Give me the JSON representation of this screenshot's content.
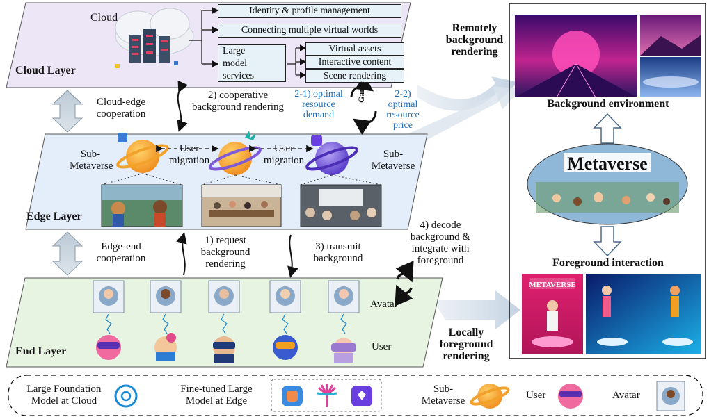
{
  "cloud": {
    "title": "Cloud",
    "layer": "Cloud Layer",
    "services": [
      "Identity & profile management",
      "Connecting multiple virtual worlds"
    ],
    "large_model_services": "Large model services",
    "sub_services": [
      "Virtual assets",
      "Interactive content",
      "Scene rendering"
    ]
  },
  "edge": {
    "layer": "Edge Layer",
    "sub_metaverse_left": "Sub- Metaverse",
    "sub_metaverse_right": "Sub- Metaverse",
    "user_migration": "User migration"
  },
  "end": {
    "layer": "End Layer",
    "avatar_label": "Avatar",
    "user_label": "User"
  },
  "links": {
    "cloud_edge": "Cloud-edge cooperation",
    "edge_end": "Edge-end cooperation",
    "step2": "2) cooperative background rendering",
    "step1": "1) request background rendering",
    "step3": "3) transmit background",
    "step4": "4) decode background & integrate with foreground",
    "step2_1": "2-1) optimal resource demand",
    "step2_2": "2-2) optimal resource price",
    "game": "Game"
  },
  "right": {
    "remote": "Remotely background rendering",
    "background_env": "Background environment",
    "metaverse": "Metaverse",
    "foreground": "Foreground interaction",
    "local": "Locally foreground rendering",
    "poster_text": "METAVERSE"
  },
  "legend": {
    "foundation": "Large Foundation Model at Cloud",
    "finetuned": "Fine-tuned Large Model at Edge",
    "sub_metaverse": "Sub- Metaverse",
    "user": "User",
    "avatar": "Avatar"
  },
  "colors": {
    "cloud_layer": "#ece6f6",
    "edge_layer": "#e3eefa",
    "end_layer": "#e7f4e1",
    "accent_blue": "#1f6fb5"
  }
}
